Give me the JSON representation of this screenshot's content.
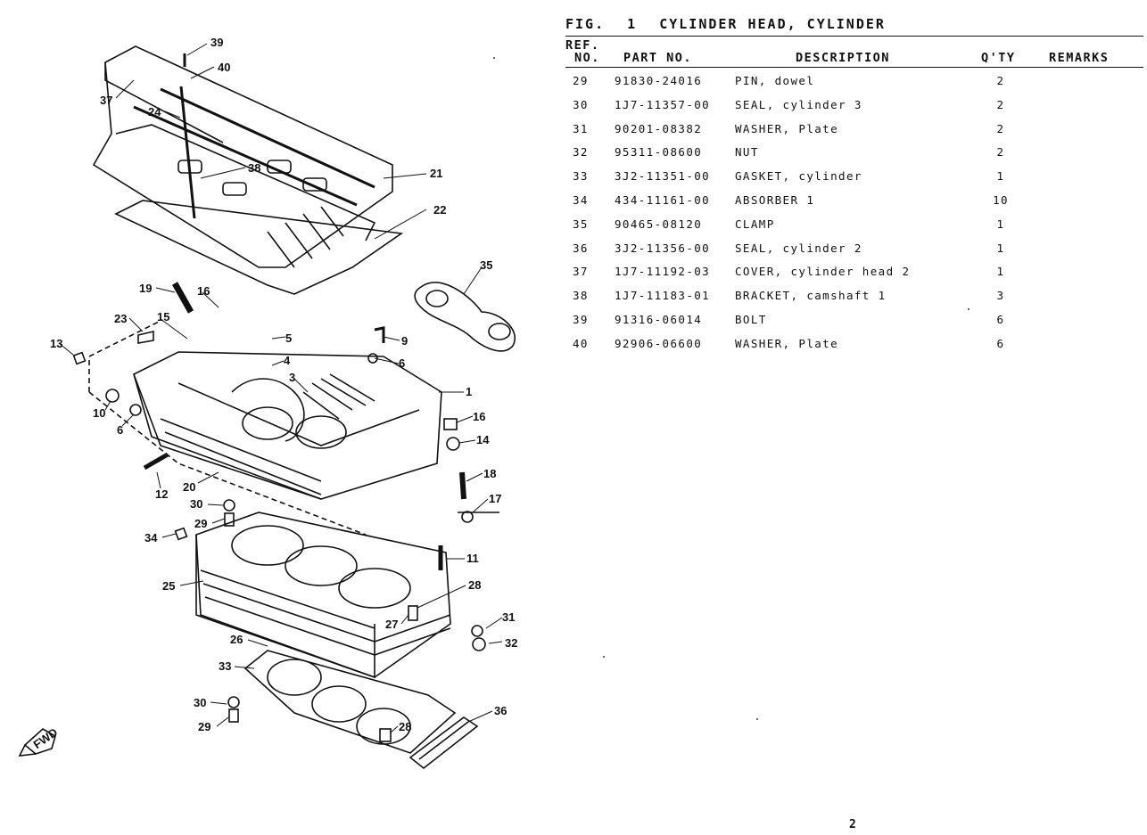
{
  "figure": {
    "label": "FIG.",
    "number": "1",
    "title": "CYLINDER HEAD, CYLINDER"
  },
  "table": {
    "headers": {
      "ref_line1": "REF.",
      "ref_line2": "NO.",
      "part_no": "PART NO.",
      "description": "DESCRIPTION",
      "qty": "Q'TY",
      "remarks": "REMARKS"
    },
    "rows": [
      {
        "ref": "29",
        "part": "91830-24016",
        "desc": "PIN, dowel",
        "qty": "2"
      },
      {
        "ref": "30",
        "part": "1J7-11357-00",
        "desc": "SEAL, cylinder 3",
        "qty": "2"
      },
      {
        "ref": "31",
        "part": "90201-08382",
        "desc": "WASHER, Plate",
        "qty": "2"
      },
      {
        "ref": "32",
        "part": "95311-08600",
        "desc": "NUT",
        "qty": "2"
      },
      {
        "ref": "33",
        "part": "3J2-11351-00",
        "desc": "GASKET, cylinder",
        "qty": "1"
      },
      {
        "ref": "34",
        "part": "434-11161-00",
        "desc": "ABSORBER 1",
        "qty": "10"
      },
      {
        "ref": "35",
        "part": "90465-08120",
        "desc": "CLAMP",
        "qty": "1"
      },
      {
        "ref": "36",
        "part": "3J2-11356-00",
        "desc": "SEAL, cylinder 2",
        "qty": "1"
      },
      {
        "ref": "37",
        "part": "1J7-11192-03",
        "desc": "COVER, cylinder head 2",
        "qty": "1"
      },
      {
        "ref": "38",
        "part": "1J7-11183-01",
        "desc": "BRACKET, camshaft 1",
        "qty": "3"
      },
      {
        "ref": "39",
        "part": "91316-06014",
        "desc": "BOLT",
        "qty": "6"
      },
      {
        "ref": "40",
        "part": "92906-06600",
        "desc": "WASHER, Plate",
        "qty": "6"
      }
    ]
  },
  "diagram": {
    "callouts": [
      "39",
      "40",
      "37",
      "24",
      "38",
      "21",
      "22",
      "35",
      "19",
      "16",
      "23",
      "15",
      "5",
      "9",
      "13",
      "4",
      "6",
      "3",
      "1",
      "10",
      "6",
      "16",
      "14",
      "18",
      "12",
      "20",
      "30",
      "29",
      "17",
      "34",
      "11",
      "25",
      "28",
      "27",
      "31",
      "26",
      "32",
      "33",
      "30",
      "29",
      "28",
      "36"
    ],
    "fwd_label": "FWD"
  },
  "page_number": "2"
}
